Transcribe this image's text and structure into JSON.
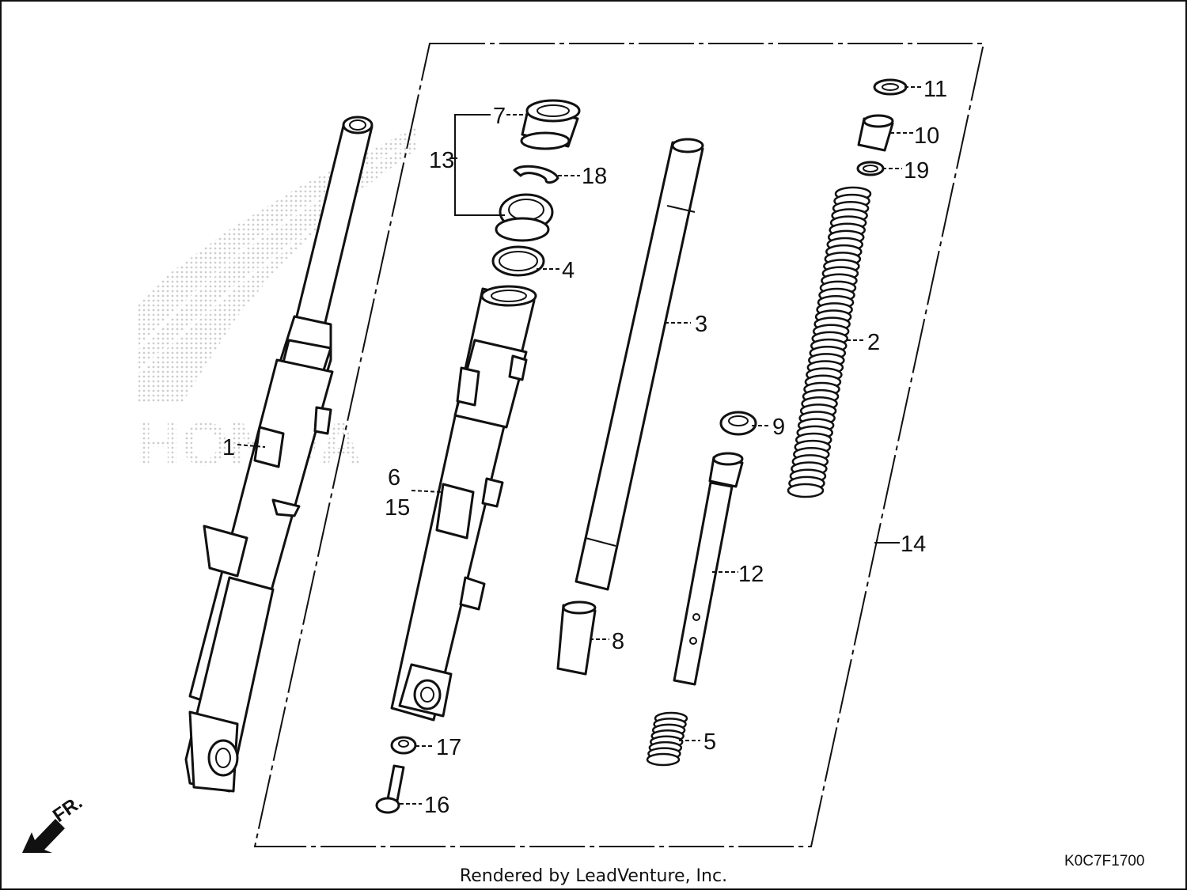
{
  "diagram": {
    "callouts": [
      "1",
      "2",
      "3",
      "4",
      "5",
      "6",
      "15",
      "7",
      "8",
      "9",
      "10",
      "11",
      "12",
      "13",
      "14",
      "16",
      "17",
      "18",
      "19"
    ],
    "direction_marker": "FR.",
    "diagram_code": "K0C7F1700",
    "watermark": "HONDA",
    "footer": "Rendered by LeadVenture, Inc."
  }
}
